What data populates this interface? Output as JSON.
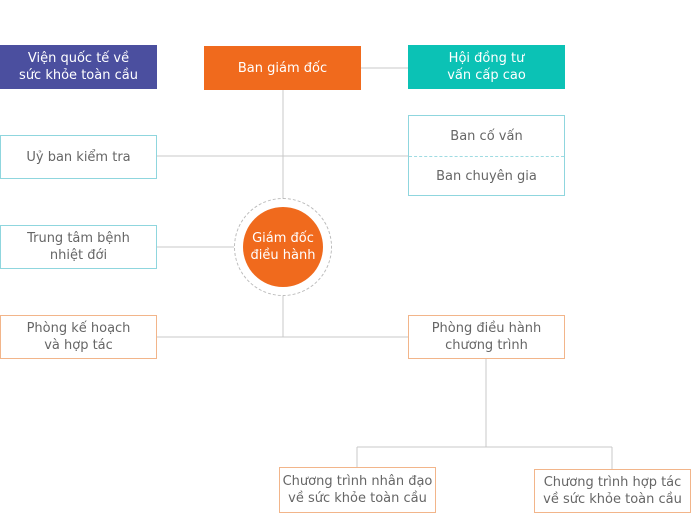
{
  "nodes": {
    "vien_quoc_te": "Viện quốc tế về\nsức khỏe toàn cầu",
    "ban_giam_doc": "Ban giám đốc",
    "hoi_dong_tu_van": "Hội đồng tư\nvấn cấp cao",
    "uy_ban_kiem_tra": "Uỷ ban kiểm tra",
    "ban_co_van": "Ban cố vấn",
    "ban_chuyen_gia": "Ban chuyên gia",
    "trung_tam": "Trung tâm bệnh\nnhiệt đới",
    "giam_doc_dieu_hanh": "Giám đốc\nđiều hành",
    "phong_ke_hoach": "Phòng kế hoạch\nvà hợp tác",
    "phong_dieu_hanh": "Phòng điều hành\nchương trình",
    "ct_nhan_dao": "Chương trình nhân đạo\nvề sức khỏe toàn cầu",
    "ct_hop_tac": "Chương trình hợp tác\nvề sức khỏe toàn cầu"
  },
  "colors": {
    "purple": "#4b4f9f",
    "orange": "#f06a1d",
    "teal": "#0bc2b5",
    "teal_outline": "#8fd6de",
    "orange_outline": "#f2b58a",
    "connector": "#c8c8c8"
  }
}
